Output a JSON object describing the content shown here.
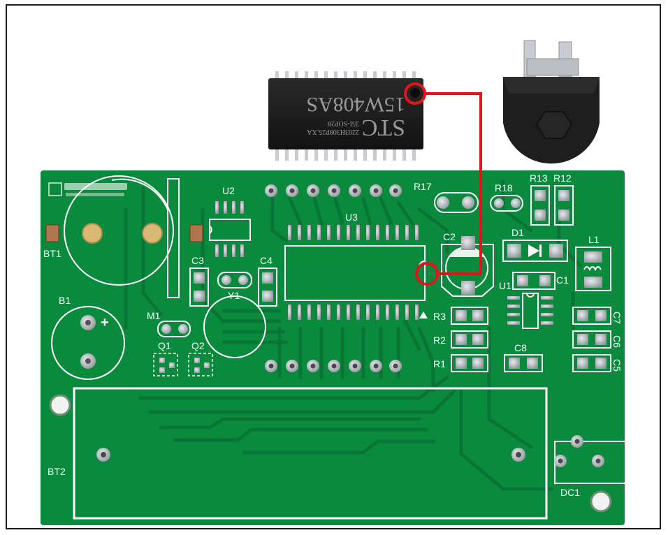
{
  "chip": {
    "line1": "STC",
    "line2": "15W408AS",
    "line3": "35I-SOP28",
    "line4": "2203H308P25.XA"
  },
  "pcb": {
    "labels": {
      "bt1": "BT1",
      "bt2": "BT2",
      "b1": "B1",
      "m1": "M1",
      "q1": "Q1",
      "q2": "Q2",
      "u2": "U2",
      "u3": "U3",
      "u1": "U1",
      "c3": "C3",
      "c4": "C4",
      "y1": "Y1",
      "r17": "R17",
      "r18": "R18",
      "r13": "R13",
      "r12": "R12",
      "c2": "C2",
      "d1": "D1",
      "l1": "L1",
      "c1": "C1",
      "r3": "R3",
      "r2": "R2",
      "r1": "R1",
      "c8": "C8",
      "c7": "C7",
      "c6": "C6",
      "c5": "C5",
      "dc1": "DC1",
      "plus": "+"
    }
  },
  "colors": {
    "board": "#0a8a3c",
    "trace": "#08773a",
    "silkscreen": "#ffffff",
    "pad": "#9aa0a6",
    "marker": "#e3131b",
    "chip_body": "#1c1c1c"
  }
}
